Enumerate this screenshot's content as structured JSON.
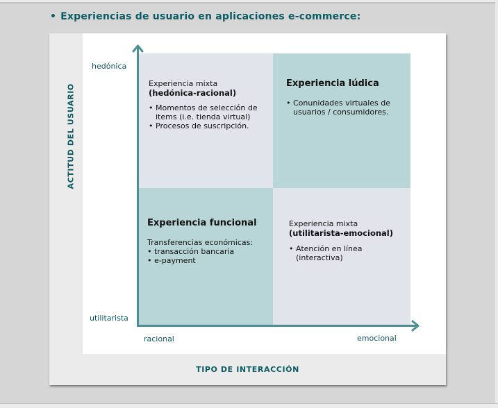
{
  "heading": {
    "bullet": "•",
    "text": "Experiencias de usuario en aplicaciones e-commerce:"
  },
  "axes": {
    "y_title": "ACTITUD DEL USUARIO",
    "x_title": "TIPO DE INTERACCIÓN",
    "y_top_label": "hedónica",
    "y_bottom_label": "utilitarista",
    "x_left_label": "racional",
    "x_right_label": "emocional",
    "color": "#4a8f93"
  },
  "quadrants": {
    "top_left": {
      "subtitle": "Experiencia mixta",
      "title": "(hedónica-racional)",
      "items": [
        "Momentos de selección de items (i.e. tienda virtual)",
        "Procesos de suscripción."
      ],
      "color": "#e2e4ec"
    },
    "top_right": {
      "title": "Experiencia lúdica",
      "items": [
        "Conunidades virtuales de usuarios / consumidores."
      ],
      "color": "#b8d6d8"
    },
    "bottom_left": {
      "title": "Experiencia funcional",
      "intro": "Transferencias económicas:",
      "items": [
        "transacción bancaria",
        "e-payment"
      ],
      "color": "#b8d6d8"
    },
    "bottom_right": {
      "subtitle": "Experiencia mixta",
      "title": "(utilitarista-emocional)",
      "items": [
        "Atención en línea (interactiva)"
      ],
      "color": "#e2e4ec"
    }
  },
  "colors": {
    "text_accent": "#0d5b63",
    "page_bg": "#d6d6d6",
    "card_bg": "#ebebeb"
  }
}
